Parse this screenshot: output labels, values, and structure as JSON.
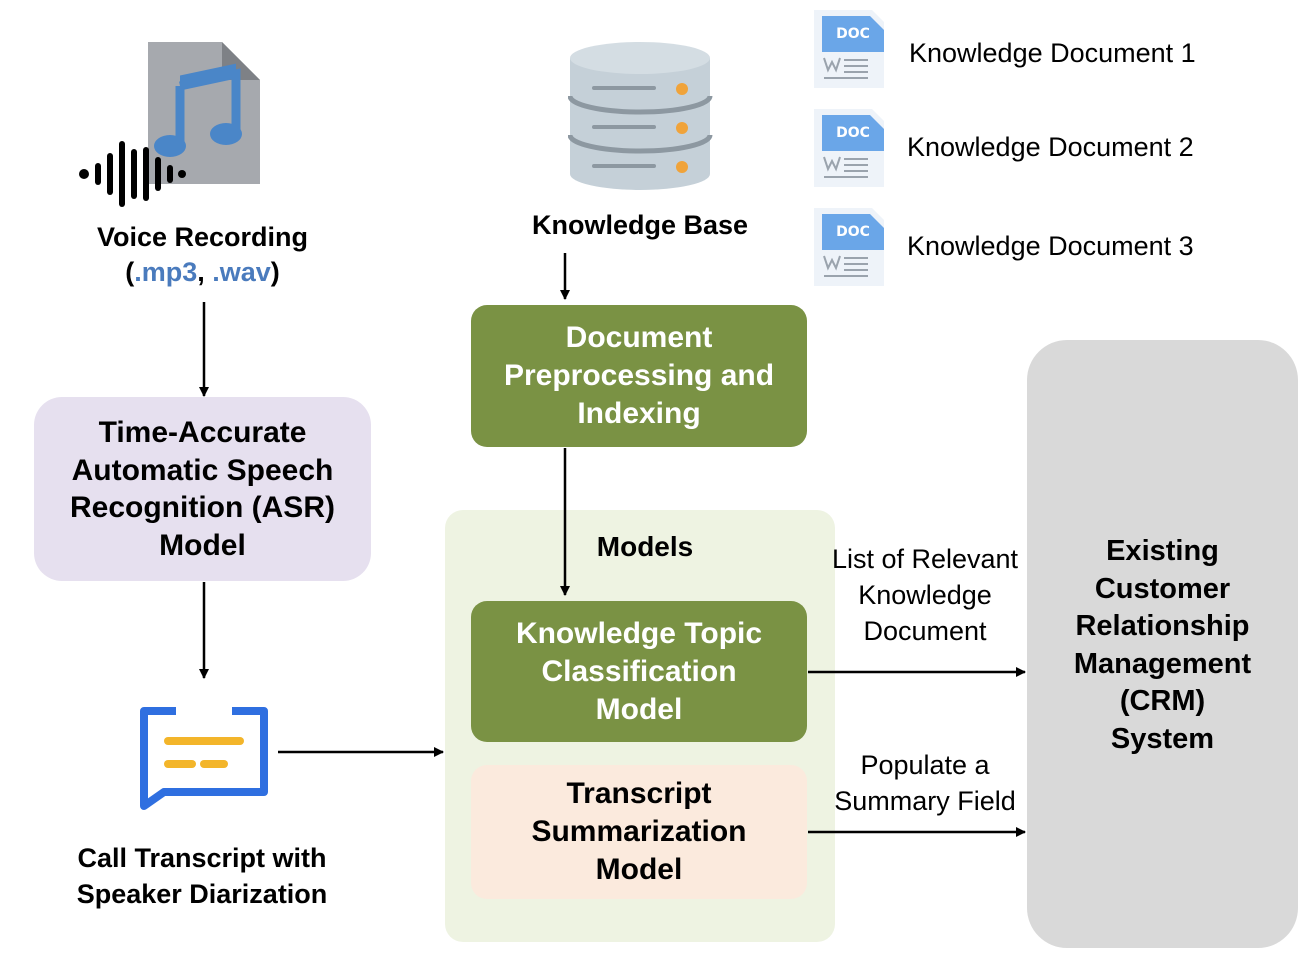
{
  "voice": {
    "title": "Voice Recording",
    "paren_open": "(",
    "ext1": ".mp3",
    "comma": ", ",
    "ext2": ".wav",
    "paren_close": ")"
  },
  "asr": {
    "line1": "Time-Accurate",
    "line2": "Automatic Speech",
    "line3": "Recognition (ASR)",
    "line4": "Model"
  },
  "transcript": {
    "line1": "Call Transcript with",
    "line2": "Speaker Diarization"
  },
  "kb": {
    "title": "Knowledge Base"
  },
  "docs": [
    {
      "label": "Knowledge Document 1",
      "icon_text": "DOC"
    },
    {
      "label": "Knowledge Document 2",
      "icon_text": "DOC"
    },
    {
      "label": "Knowledge Document 3",
      "icon_text": "DOC"
    }
  ],
  "preprocess": {
    "line1": "Document",
    "line2": "Preprocessing and",
    "line3": "Indexing"
  },
  "models": {
    "title": "Models"
  },
  "ktc": {
    "line1": "Knowledge Topic",
    "line2": "Classification",
    "line3": "Model"
  },
  "summ": {
    "line1": "Transcript",
    "line2": "Summarization",
    "line3": "Model"
  },
  "edge_list": {
    "line1": "List of Relevant",
    "line2": "Knowledge",
    "line3": "Document"
  },
  "edge_summary": {
    "line1": "Populate a",
    "line2": "Summary Field"
  },
  "crm": {
    "line1": "Existing",
    "line2": "Customer",
    "line3": "Relationship",
    "line4": "Management",
    "line5": "(CRM)",
    "line6": "System"
  },
  "colors": {
    "green": "#7a9244",
    "lavender": "#e6e0ef",
    "peach": "#fbeadd",
    "models_bg": "#eef3e2",
    "crm_bg": "#d9d9d9",
    "accent_blue": "#4a7bbd"
  }
}
